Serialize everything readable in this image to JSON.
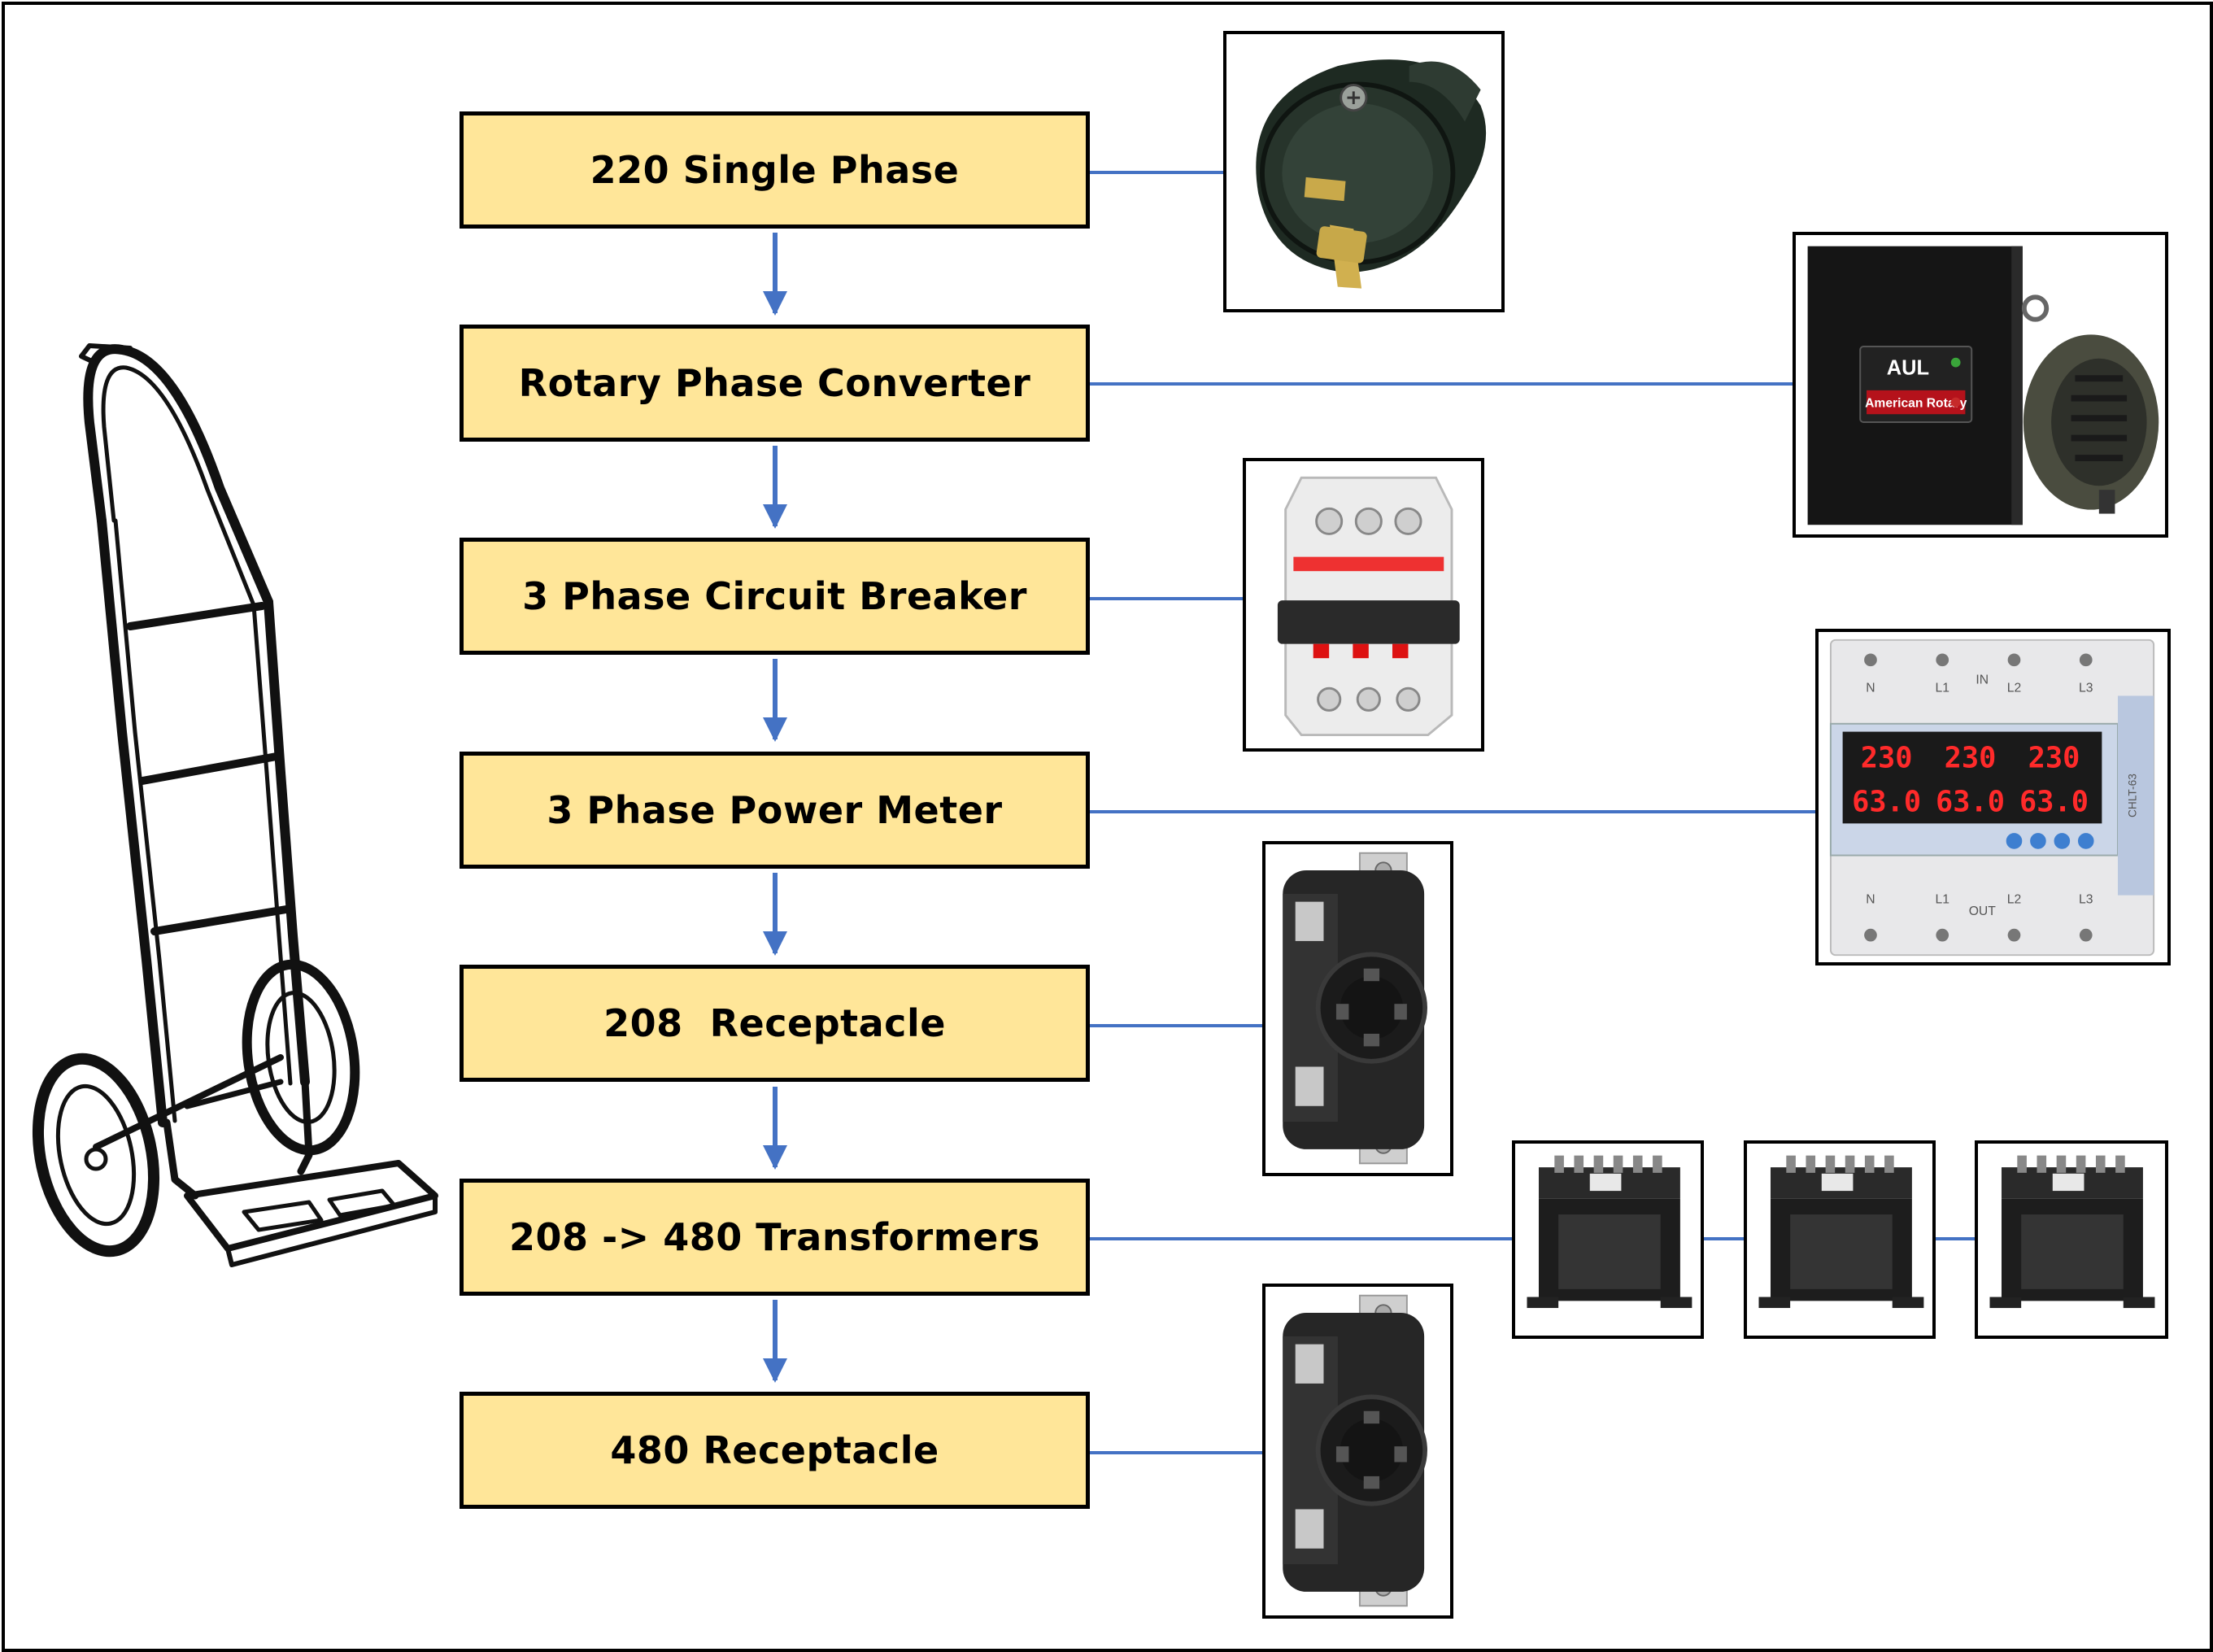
{
  "steps": [
    {
      "label": "220 Single Phase"
    },
    {
      "label": "Rotary Phase Converter"
    },
    {
      "label": "3 Phase Circuit Breaker"
    },
    {
      "label": "3 Phase Power Meter"
    },
    {
      "label": "208  Receptacle"
    },
    {
      "label": "208 -> 480 Transformers"
    },
    {
      "label": "480 Receptacle"
    }
  ],
  "converter": {
    "badge": "AUL",
    "brand": "American Rotary"
  },
  "meter": {
    "voltage_reading": "230",
    "current_reading": "63.0",
    "terminals_in": [
      "N",
      "L1",
      "IN",
      "L2",
      "L3"
    ],
    "terminals_out": [
      "N",
      "L1",
      "OUT",
      "L2",
      "L3"
    ],
    "model": "CHLT-63"
  },
  "colors": {
    "step_fill": "#ffe699",
    "connector": "#4472c4",
    "border": "#000000"
  }
}
